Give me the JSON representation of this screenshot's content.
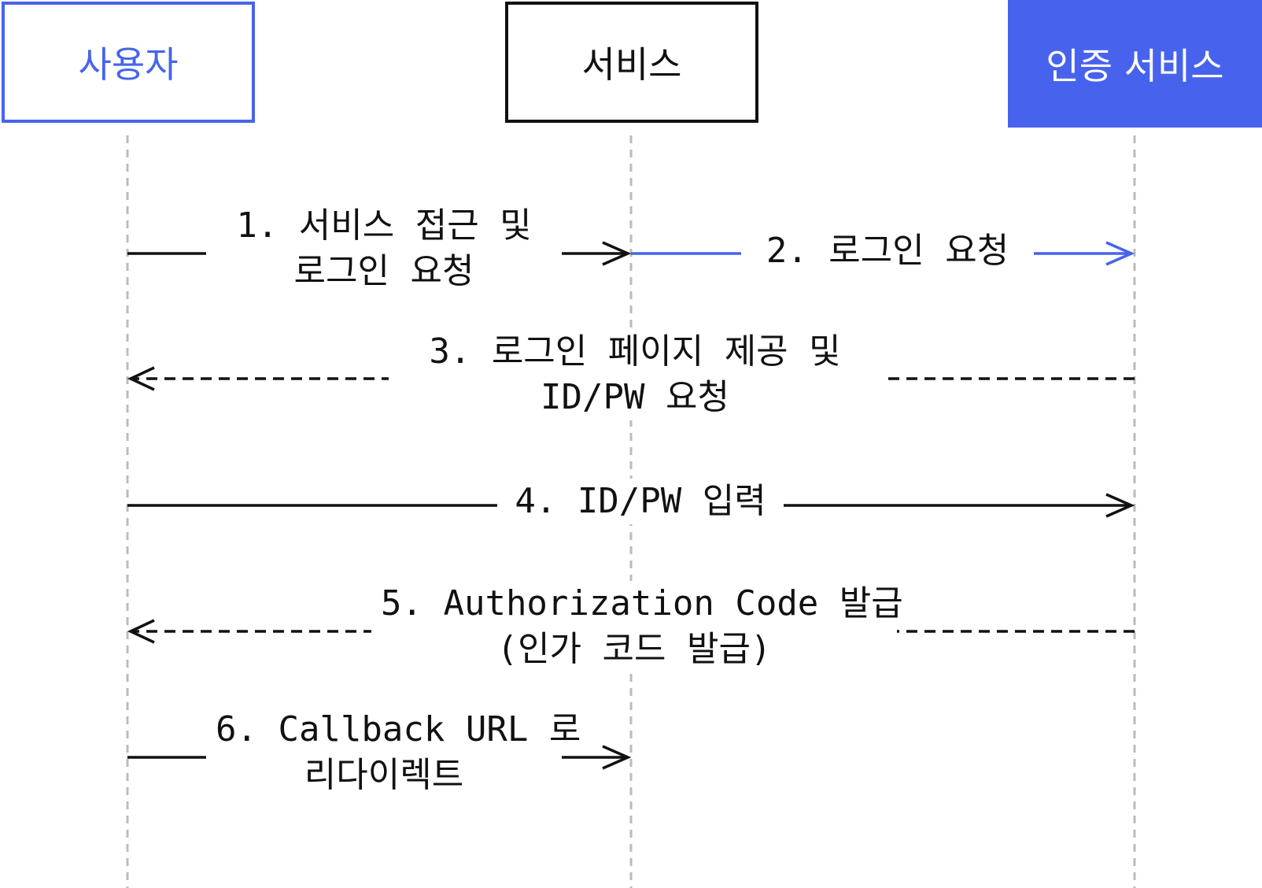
{
  "actors": {
    "user": "사용자",
    "service": "서비스",
    "auth": "인증 서비스"
  },
  "messages": {
    "m1": "1. 서비스 접근 및\n로그인 요청",
    "m2": "2. 로그인 요청",
    "m3": "3. 로그인 페이지 제공 및\nID/PW 요청",
    "m4": "4. ID/PW 입력",
    "m5": "5. Authorization Code 발급\n(인가 코드 발급)",
    "m6": "6. Callback URL 로\n리다이렉트"
  },
  "colors": {
    "accent": "#4763ed",
    "ink": "#111111",
    "lifeline": "#bbbbbb"
  }
}
